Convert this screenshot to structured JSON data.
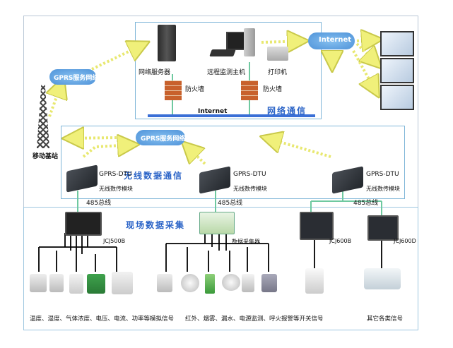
{
  "top": {
    "server_label": "网络服务器",
    "host_label": "远程监测主机",
    "printer_label": "打印机",
    "firewall_label": "防火墙",
    "internet_bar_label": "Internet",
    "section_title": "网络通信"
  },
  "clouds": {
    "internet": "Internet",
    "gprs_left": "GPRS服务网络",
    "gprs_middle": "GPRS服务网络"
  },
  "tower_label": "移动基站",
  "wireless": {
    "section_title": "无线数据通信",
    "dtu_label": "GPRS-DTU",
    "module_label": "无线数传模块",
    "bus_label": "485总线"
  },
  "field": {
    "section_title": "现场数据采集",
    "collector_label": "数据采集器",
    "ctrl_jcj500b": "JCJ500B",
    "ctrl_jcj600b": "JCJ600B",
    "ctrl_jcj600d": "JCJ600D",
    "caption_analog": "温度、湿度、气体浓度、电压、电流、功率等模拟信号",
    "caption_switch": "红外、烟雾、漏水、电源监测、呼火报警等开关信号",
    "caption_other": "其它各类信号"
  },
  "colors": {
    "box_border": "#7fb6d8",
    "title_blue": "#2a63c7",
    "arrow_yellow": "#f0f07a",
    "bus_green": "#6fc9a0",
    "cloud_blue": "#5a9fe0"
  }
}
